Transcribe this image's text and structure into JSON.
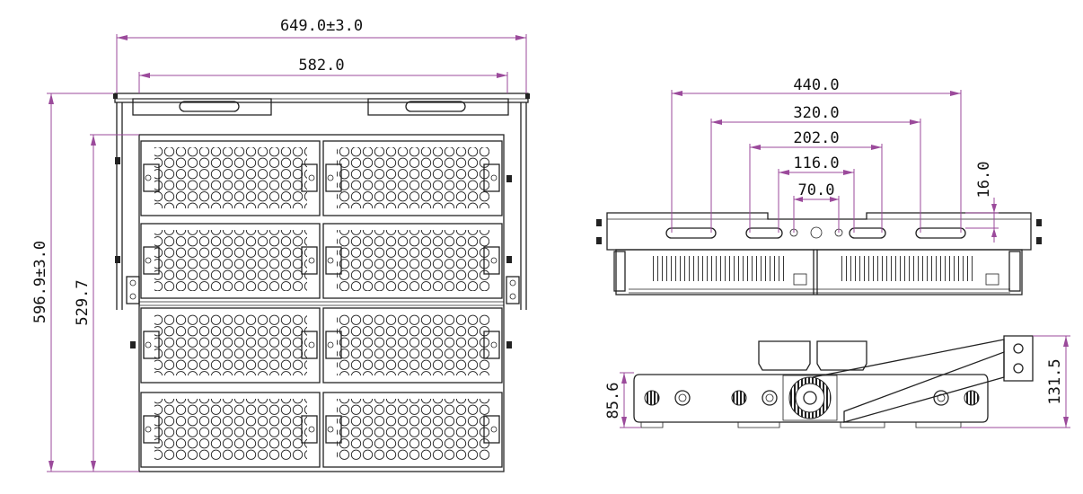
{
  "dimensions": {
    "front_width_overall": "649.0±3.0",
    "front_width_mount": "582.0",
    "front_height_overall": "596.9±3.0",
    "front_height_mount": "529.7",
    "top_440": "440.0",
    "top_320": "320.0",
    "top_202": "202.0",
    "top_116": "116.0",
    "top_70": "70.0",
    "top_16": "16.0",
    "side_height": "85.6",
    "side_total": "131.5"
  }
}
